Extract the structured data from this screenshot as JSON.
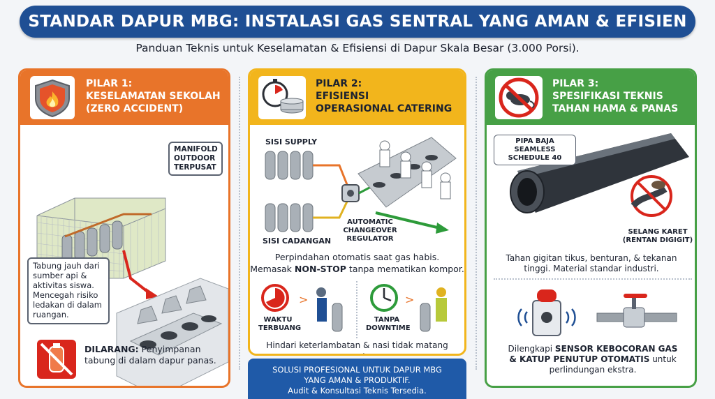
{
  "header": {
    "title": "STANDAR DAPUR MBG: INSTALASI GAS SENTRAL YANG AMAN & EFISIEN",
    "subtitle": "Panduan Teknis untuk Keselamatan & Efisiensi di Dapur Skala Besar (3.000 Porsi)."
  },
  "pilar1": {
    "line1": "PILAR 1:",
    "line2": "KESELAMATAN SEKOLAH",
    "line3": "(ZERO ACCIDENT)",
    "icon": "fire-shield-icon",
    "manifold_label": "MANIFOLD\nOUTDOOR\nTERPUSAT",
    "tabung_note": "Tabung jauh dari sumber api & aktivitas siswa. Mencegah risiko ledakan di dalam ruangan.",
    "dilarang_bold": "DILARANG:",
    "dilarang_text": " Penyimpanan tabung di dalam dapur panas.",
    "color": "#e8742a"
  },
  "pilar2": {
    "line1": "PILAR 2:",
    "line2": "EFISIENSI",
    "line3": "OPERASIONAL CATERING",
    "icon": "timer-pot-icon",
    "sisi_supply": "SISI SUPPLY",
    "sisi_cadangan": "SISI CADANGAN",
    "regulator": "AUTOMATIC\nCHANGEOVER\nREGULATOR",
    "note1": "Perpindahan otomatis saat gas habis.",
    "note2_pre": "Memasak ",
    "note2_bold": "NON-STOP",
    "note2_post": " tanpa mematikan kompor.",
    "waktu": "WAKTU\nTERBUANG",
    "tanpa": "TANPA\nDOWNTIME",
    "hindari": "Hindari keterlambatan & nasi tidak matang merata.",
    "color": "#f2b51c"
  },
  "pilar3": {
    "line1": "PILAR 3:",
    "line2": "SPESIFIKASI TEKNIS",
    "line3": "TAHAN HAMA & PANAS",
    "icon": "no-rat-icon",
    "pipa": "PIPA BAJA SEAMLESS\nSCHEDULE 40",
    "selang": "SELANG KARET\n(RENTAN DIGIGIT)",
    "tahan": "Tahan gigitan tikus, benturan, & tekanan tinggi. Material standar industri.",
    "dilengkapi_pre": "Dilengkapi ",
    "dilengkapi_bold1": "SENSOR KEBOCORAN GAS",
    "dilengkapi_bold2": "& KATUP PENUTUP OTOMATIS",
    "dilengkapi_post": " untuk perlindungan ekstra.",
    "color": "#47a046"
  },
  "solusi": {
    "line1": "SOLUSI PROFESIONAL UNTUK DAPUR MBG",
    "line2": "YANG AMAN & PRODUKTIF.",
    "line3": "Audit & Konsultasi Teknis Tersedia."
  }
}
